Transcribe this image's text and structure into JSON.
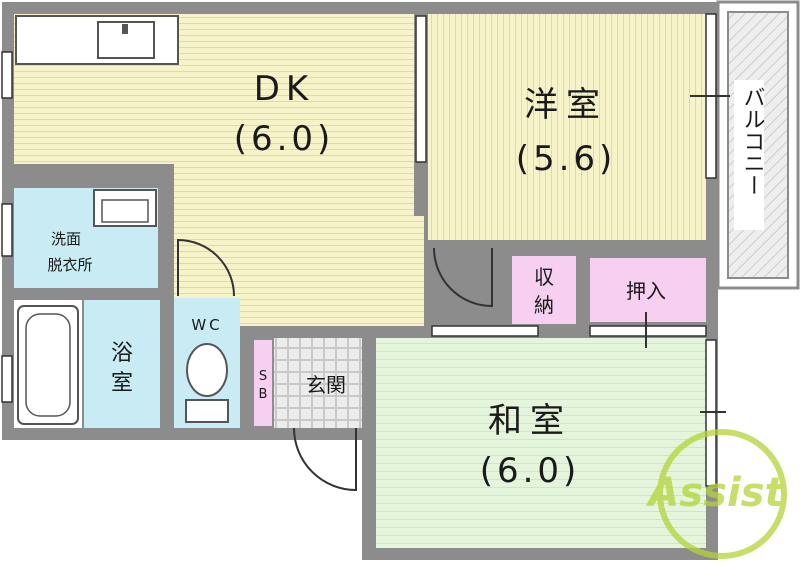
{
  "rooms": {
    "dk": {
      "name": "DK",
      "size": "(6.0)"
    },
    "western": {
      "name": "洋室",
      "size": "(5.6)"
    },
    "japanese": {
      "name": "和室",
      "size": "(6.0)"
    },
    "washroom": {
      "line1": "洗面",
      "line2": "脱衣所"
    },
    "bath": {
      "line1": "浴",
      "line2": "室"
    },
    "wc": {
      "name": "WC"
    },
    "entrance": {
      "name": "玄関"
    },
    "shoe_box": {
      "line1": "S",
      "line2": "B"
    },
    "storage": {
      "line1": "収",
      "line2": "納"
    },
    "closet": {
      "name": "押入"
    },
    "balcony": {
      "name": "バルコニー"
    }
  },
  "logo": {
    "text": "Assist"
  },
  "colors": {
    "wall": "#8c8c8c",
    "dk_floor": "#f6f3c9",
    "western_floor": "#f6f3c9",
    "japanese_floor": "#e4f5dc",
    "wet_area": "#c9ecf4",
    "storage": "#f7cff0",
    "entrance": "#e6e6e6",
    "balcony": "#e8e8e8",
    "logo": "#b5d33a"
  }
}
